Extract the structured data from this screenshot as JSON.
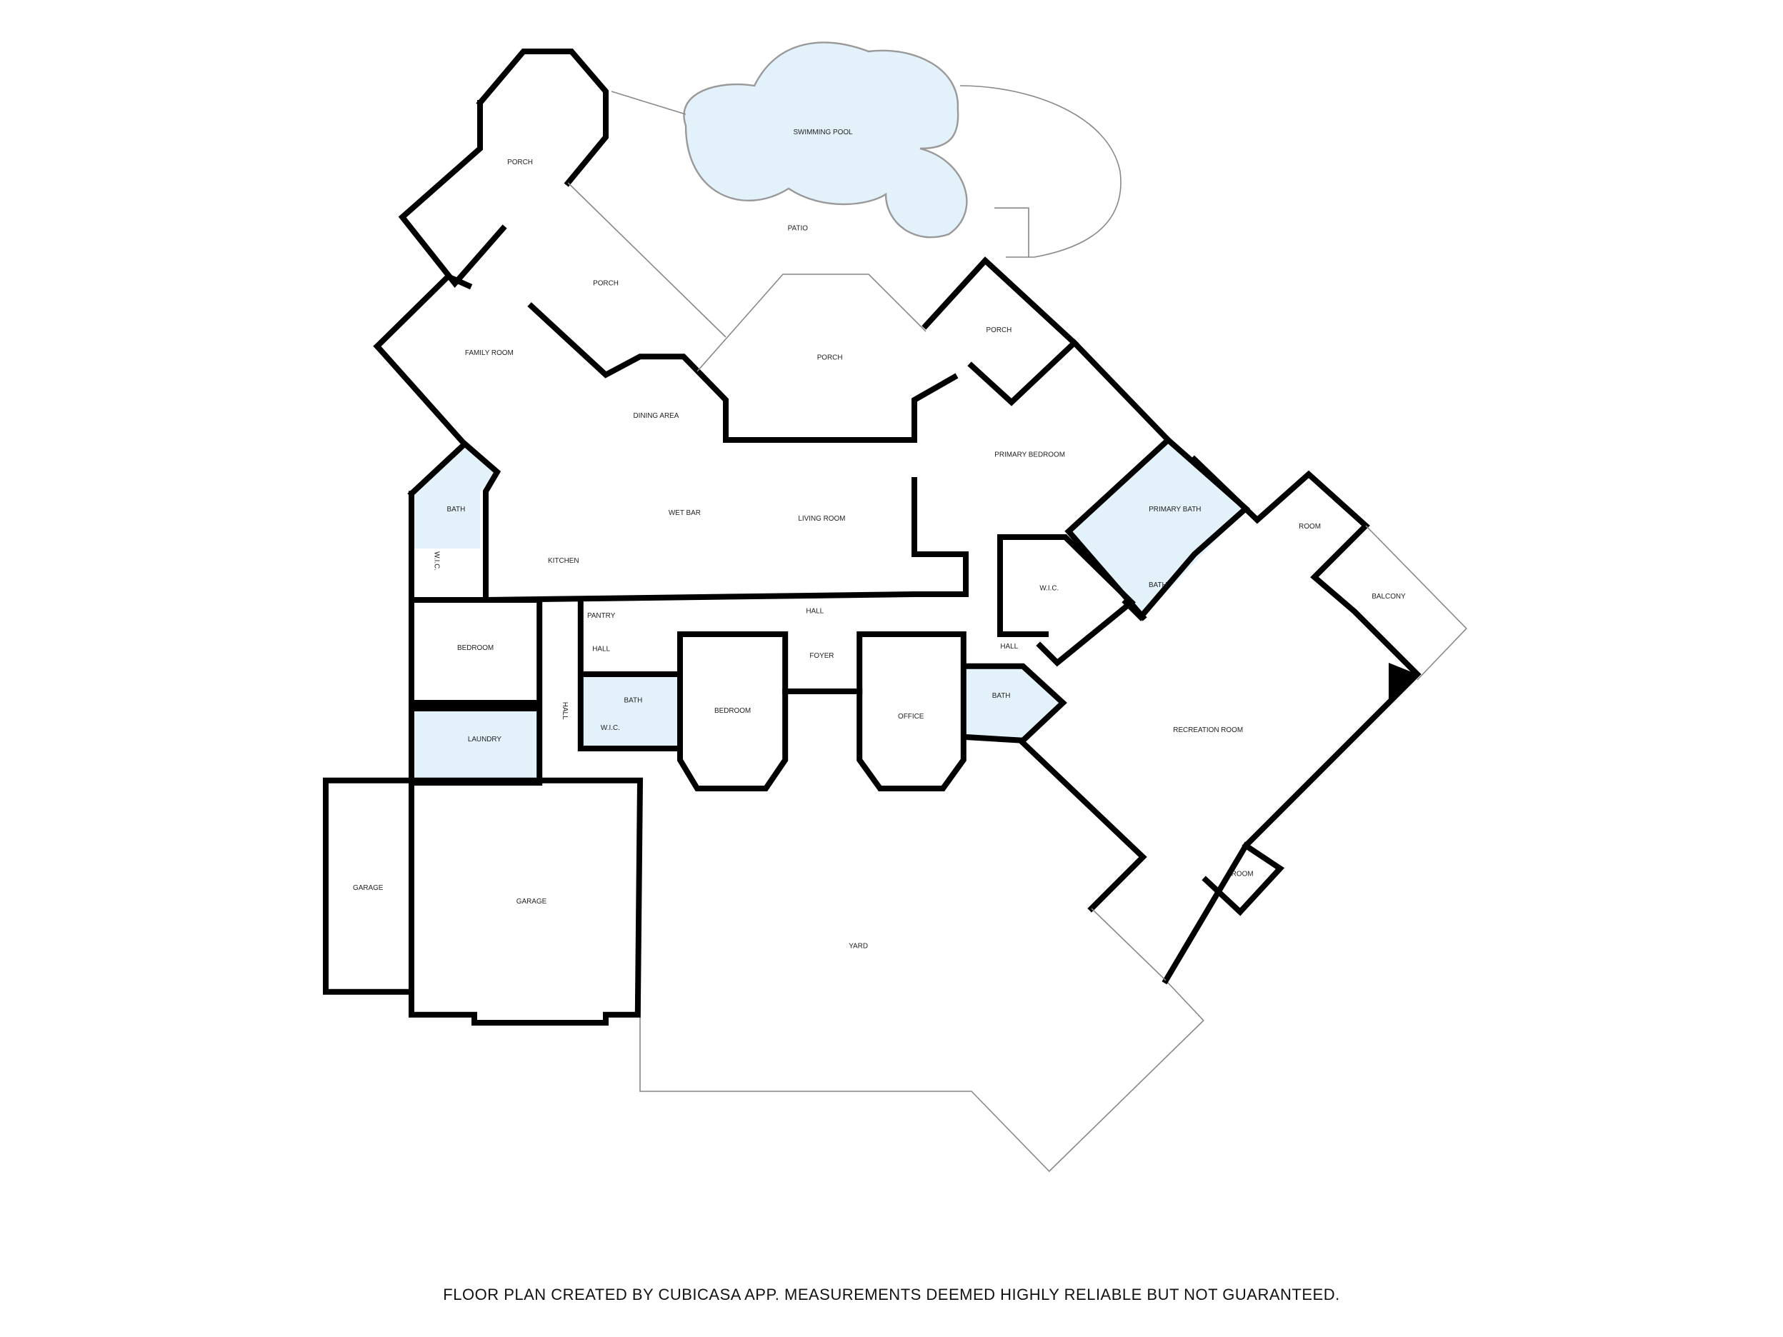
{
  "plan": {
    "rooms": [
      "PORCH",
      "SWIMMING POOL",
      "PATIO",
      "PORCH",
      "FAMILY ROOM",
      "PORCH",
      "PORCH",
      "DINING AREA",
      "PRIMARY BEDROOM",
      "WET BAR",
      "BATH",
      "PRIMARY BATH",
      "LIVING ROOM",
      "ROOM",
      "KITCHEN",
      "W.I.C.",
      "W.I.C.",
      "BATH",
      "BALCONY",
      "PANTRY",
      "HALL",
      "BEDROOM",
      "HALL",
      "HALL",
      "FOYER",
      "BATH",
      "BATH",
      "BEDROOM",
      "OFFICE",
      "HALL",
      "W.I.C.",
      "RECREATION ROOM",
      "LAUNDRY",
      "ROOM",
      "GARAGE",
      "GARAGE",
      "YARD"
    ],
    "colors": {
      "wet_room": "#e3f1fb",
      "pool": "#e3f1fb",
      "wall": "#000000"
    }
  },
  "footer": {
    "text": "FLOOR PLAN CREATED BY CUBICASA APP. MEASUREMENTS DEEMED HIGHLY RELIABLE BUT NOT GUARANTEED."
  }
}
